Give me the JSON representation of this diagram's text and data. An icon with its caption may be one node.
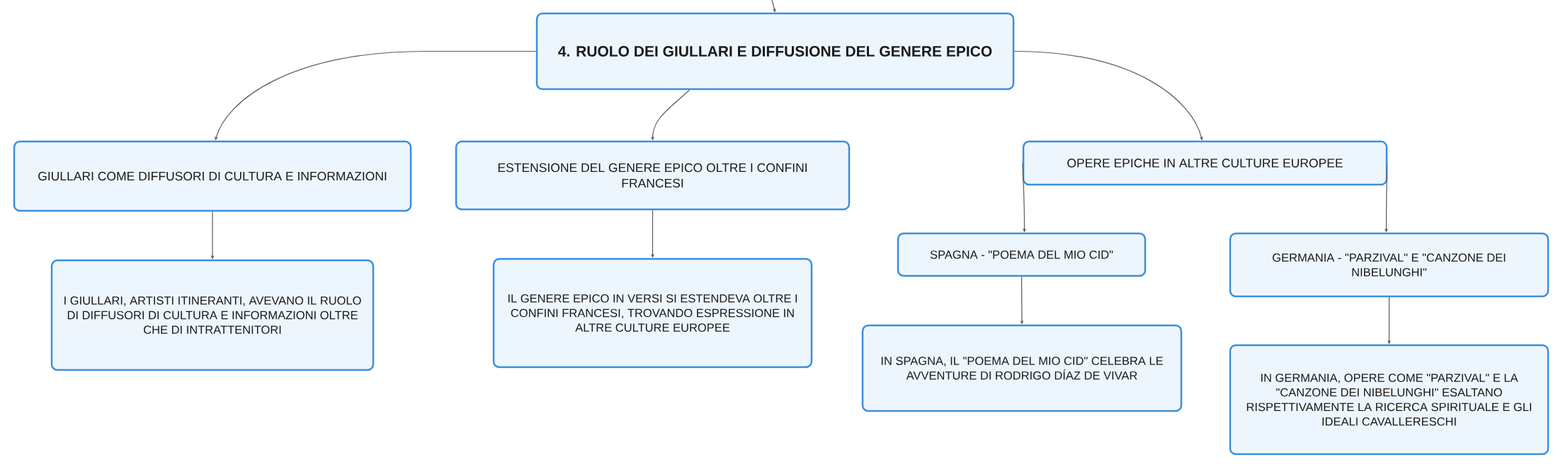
{
  "diagram": {
    "nodes": [
      {
        "text": [
          "4. RUOLO DEI GIULLARI E DIFFUSIONE DEL GENERE EPICO"
        ]
      },
      {
        "text": [
          "GIULLARI COME DIFFUSORI DI CULTURA E INFORMAZIONI"
        ]
      },
      {
        "text": [
          "I GIULLARI, ARTISTI ITINERANTI, AVEVANO IL RUOLO DI DIFFUSORI DI CULTURA E INFORMAZIONI OLTRE CHE DI INTRATTENITORI"
        ]
      },
      {
        "text": [
          "ESTENSIONE DEL GENERE EPICO OLTRE I CONFINI FRANCESI"
        ]
      },
      {
        "text": [
          "IL GENERE EPICO IN VERSI SI ESTENDEVA OLTRE I CONFINI FRANCESI, TROVANDO ESPRESSIONE IN ALTRE CULTURE EUROPEE"
        ]
      },
      {
        "text": [
          "OPERE EPICHE IN ALTRE CULTURE EUROPEE"
        ]
      },
      {
        "text": [
          "SPAGNA - \"POEMA DEL MIO CID\""
        ]
      },
      {
        "text": [
          "IN SPAGNA, IL \"POEMA DEL MIO CID\" CELEBRA LE AVVENTURE DI RODRIGO DÍAZ DE VIVAR"
        ]
      },
      {
        "text": [
          "GERMANIA - \"PARZIVAL\" E \"CANZONE DEI NIBELUNGHI\""
        ]
      },
      {
        "text": [
          "IN GERMANIA, OPERE COME \"PARZIVAL\" E LA \"CANZONE DEI NIBELUNGHI\" ESALTANO RISPETTIVAMENTE LA RICERCA SPIRITUALE E GLI IDEALI CAVALLERESCHI"
        ]
      }
    ],
    "edges": [
      {
        "from": null,
        "to": 0,
        "arrow": "to"
      },
      {
        "from": 0,
        "to": 1,
        "arrow": "to"
      },
      {
        "from": 0,
        "to": 3,
        "arrow": "to"
      },
      {
        "from": 0,
        "to": 5,
        "arrow": "to"
      },
      {
        "from": 1,
        "to": 2,
        "arrow": "to"
      },
      {
        "from": 3,
        "to": 4,
        "arrow": "to"
      },
      {
        "from": 5,
        "to": 6,
        "arrow": "to"
      },
      {
        "from": 5,
        "to": 8,
        "arrow": "to"
      },
      {
        "from": 6,
        "to": 7,
        "arrow": "to"
      },
      {
        "from": 8,
        "to": 9,
        "arrow": "to"
      }
    ]
  }
}
